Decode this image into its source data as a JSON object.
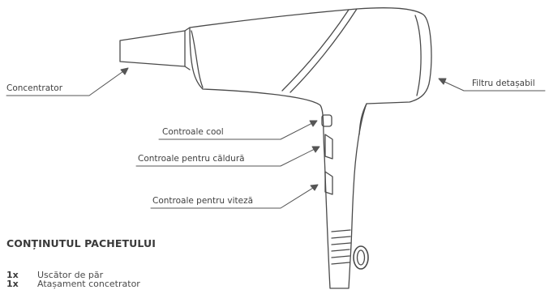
{
  "callouts": {
    "concentrator": "Concentrator",
    "filter": "Filtru detașabil",
    "cool": "Controale cool",
    "heat": "Controale pentru căldură",
    "speed": "Controale pentru viteză"
  },
  "package": {
    "title": "CONȚINUTUL PACHETULUI",
    "items": [
      {
        "qty": "1x",
        "name": "Uscător de păr"
      },
      {
        "qty": "1x",
        "name": "Atașament concetrator"
      }
    ]
  }
}
